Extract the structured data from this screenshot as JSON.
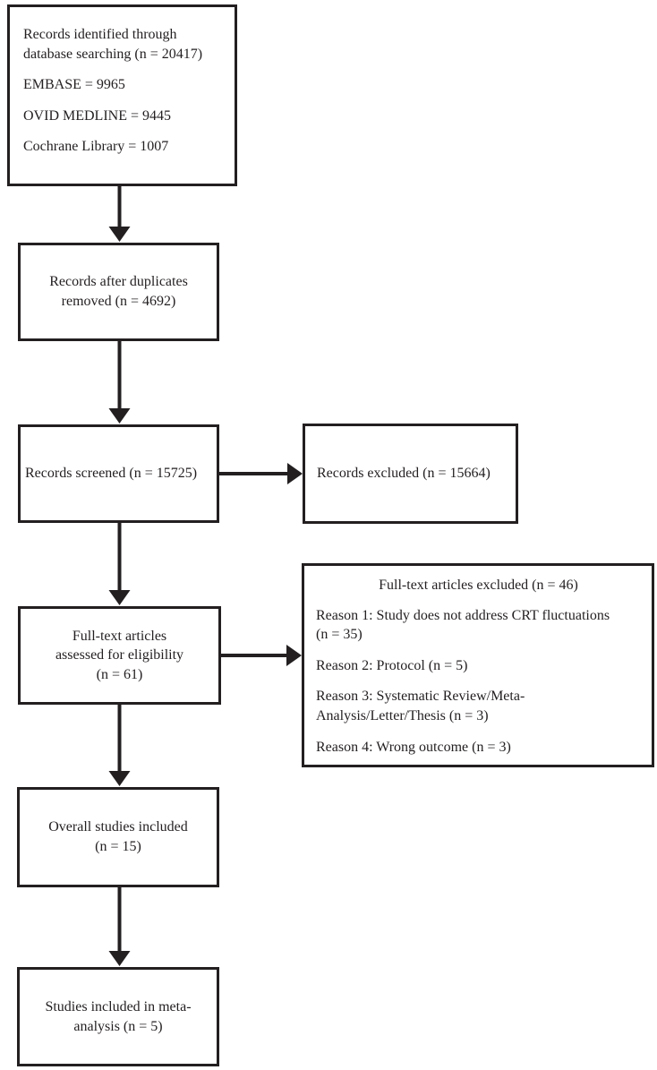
{
  "diagram": {
    "boxes": {
      "identified": {
        "line1": "Records identified through",
        "line2": "database searching (n = 20417)",
        "embase": "EMBASE = 9965",
        "ovid_medline": "OVID MEDLINE = 9445",
        "cochrane": "Cochrane Library = 1007"
      },
      "duplicates_removed": {
        "line1": "Records after duplicates",
        "line2": "removed (n = 4692)"
      },
      "screened": {
        "text": "Records screened (n = 15725)"
      },
      "records_excluded": {
        "text": "Records excluded (n = 15664)"
      },
      "fulltext_assessed": {
        "line1": "Full-text articles",
        "line2": "assessed for eligibility",
        "line3": "(n = 61)"
      },
      "fulltext_excluded": {
        "title": "Full-text articles excluded (n = 46)",
        "reason1_line1": "Reason 1: Study does not address CRT fluctuations",
        "reason1_line2": "(n = 35)",
        "reason2": "Reason 2: Protocol (n = 5)",
        "reason3_line1": "Reason 3: Systematic Review/Meta-",
        "reason3_line2": "Analysis/Letter/Thesis (n = 3)",
        "reason4": "Reason 4: Wrong outcome (n = 3)"
      },
      "overall_included": {
        "line1": "Overall studies included",
        "line2": "(n = 15)"
      },
      "meta_analysis": {
        "line1": "Studies included in meta-",
        "line2": "analysis (n = 5)"
      }
    },
    "colors": {
      "border": "#231f20",
      "text": "#231f20",
      "background": "#ffffff"
    }
  }
}
